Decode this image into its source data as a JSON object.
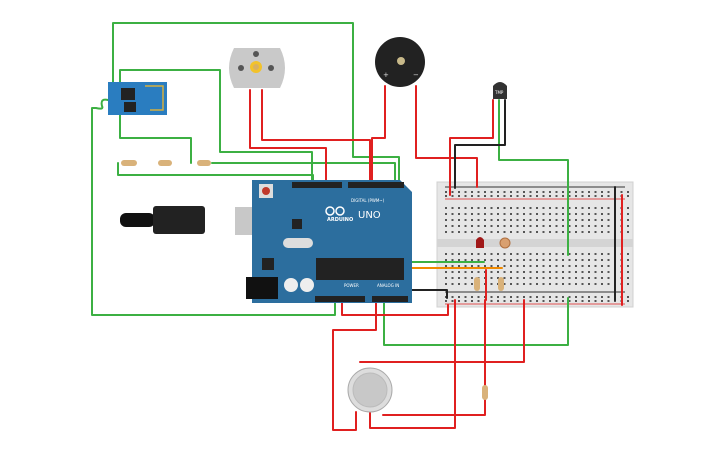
{
  "arduino": {
    "logo": "ARDUINO",
    "model": "UNO",
    "digital_label": "DIGITAL (PWM~)",
    "power_label": "POWER",
    "analog_label": "ANALOG IN"
  },
  "temp_sensor": {
    "label": "TMP"
  },
  "buzzer": {
    "plus": "+",
    "minus": "−"
  },
  "colors": {
    "board": "#2c6e9e",
    "breadboard": "#e6e6e6",
    "wire_green": "#3cb043",
    "wire_red": "#e02020",
    "wire_black": "#222222",
    "wire_orange": "#f08a00"
  }
}
